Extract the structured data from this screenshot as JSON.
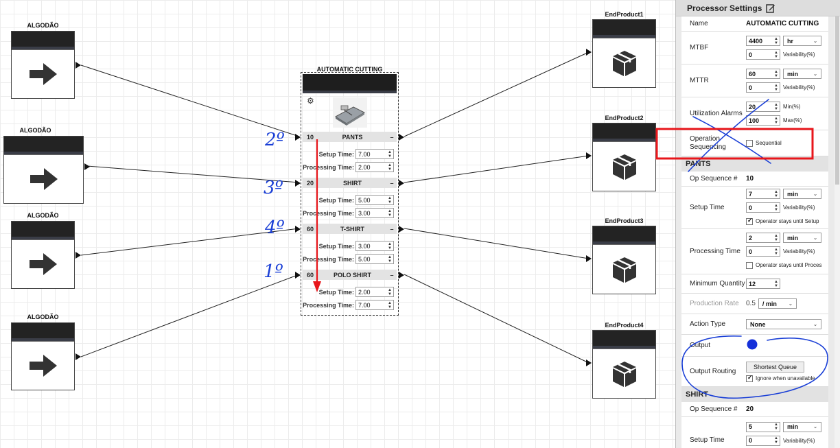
{
  "source_nodes": [
    {
      "label": "ALGODÃO"
    },
    {
      "label": "ALGODÃO"
    },
    {
      "label": "ALGODÃO"
    },
    {
      "label": "ALGODÃO"
    }
  ],
  "end_nodes": [
    {
      "label": "EndProduct1"
    },
    {
      "label": "EndProduct2"
    },
    {
      "label": "EndProduct3"
    },
    {
      "label": "EndProduct4"
    }
  ],
  "processor": {
    "title": "AUTOMATIC CUTTING",
    "setup_label": "Setup Time:",
    "processing_label": "Processing Time:",
    "operations": [
      {
        "seq": "10",
        "name": "PANTS",
        "setup": "7.00",
        "processing": "2.00"
      },
      {
        "seq": "20",
        "name": "SHIRT",
        "setup": "5.00",
        "processing": "3.00"
      },
      {
        "seq": "60",
        "name": "T-SHIRT",
        "setup": "3.00",
        "processing": "5.00"
      },
      {
        "seq": "60",
        "name": "POLO SHIRT",
        "setup": "2.00",
        "processing": "7.00"
      }
    ]
  },
  "annotations": {
    "a1": "2º",
    "a2": "3º",
    "a3": "4º",
    "a4": "1º"
  },
  "panel": {
    "title": "Processor Settings",
    "name_label": "Name",
    "name_value": "AUTOMATIC CUTTING",
    "mtbf_label": "MTBF",
    "mtbf_value": "4400",
    "mtbf_unit": "hr",
    "mtbf_var": "0",
    "variability": "Variability(%)",
    "mttr_label": "MTTR",
    "mttr_value": "60",
    "mttr_unit": "min",
    "mttr_var": "0",
    "util_label": "Utilization Alarms",
    "util_min": "20",
    "util_min_label": "Min(%)",
    "util_max": "100",
    "util_max_label": "Max(%)",
    "opseq_label": "Operation Sequencing",
    "sequential": "Sequential",
    "section_pants": "PANTS",
    "op_seq_label": "Op Sequence #",
    "pants_seq": "10",
    "setup_label": "Setup Time",
    "pants_setup": "7",
    "pants_setup_unit": "min",
    "pants_setup_var": "0",
    "operator_stays_setup": "Operator stays until Setup",
    "processing_label": "Processing Time",
    "pants_proc": "2",
    "pants_proc_unit": "min",
    "pants_proc_var": "0",
    "operator_stays_proc": "Operator stays until Proces",
    "min_qty_label": "Minimum Quantity",
    "min_qty": "12",
    "prod_rate_label": "Production Rate",
    "prod_rate": "0.5",
    "prod_rate_unit": "/ min",
    "action_type_label": "Action Type",
    "action_type": "None",
    "output_label": "Output",
    "routing_label": "Output Routing",
    "routing_value": "Shortest Queue",
    "ignore_label": "Ignore when unavailable",
    "section_shirt": "SHIRT",
    "shirt_seq": "20",
    "shirt_setup": "5",
    "shirt_setup_unit": "min",
    "shirt_setup_var": "0"
  },
  "colors": {
    "annotation_blue": "#1a3fd6",
    "highlight_red": "#e8161b",
    "arrow_red": "#e8161b",
    "output_dot": "#1530d9"
  }
}
